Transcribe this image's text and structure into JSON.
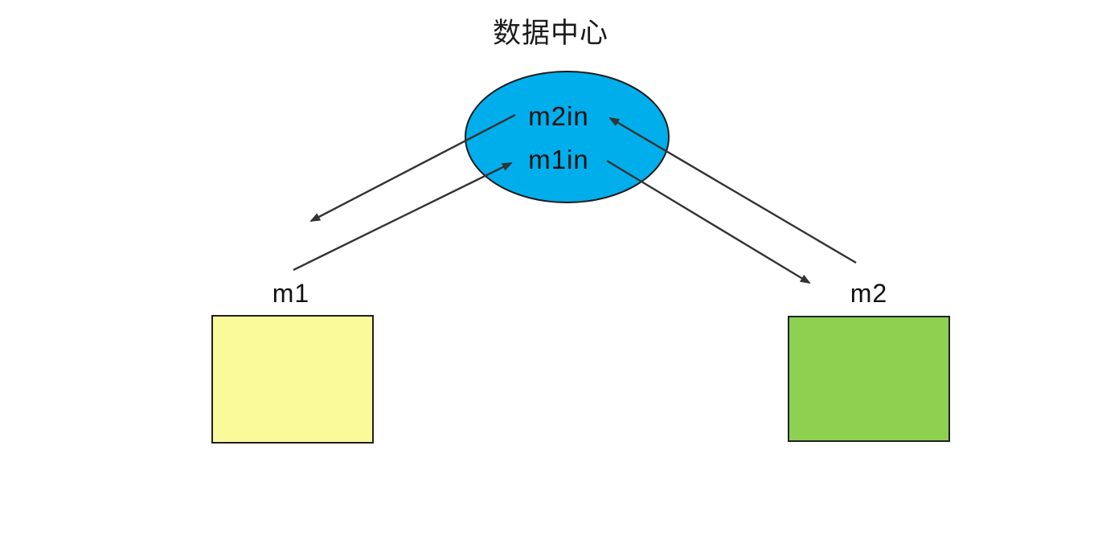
{
  "title": "数据中心",
  "hub": {
    "name": "数据中心",
    "fill": "#00AEEC",
    "stroke": "#1a1a1a",
    "labels": {
      "m2in": "m2in",
      "m1in": "m1in"
    }
  },
  "nodes": {
    "m1": {
      "label": "m1",
      "fill": "#FAFA9B",
      "stroke": "#1f1f1f"
    },
    "m2": {
      "label": "m2",
      "fill": "#8ED151",
      "stroke": "#1f1f1f"
    }
  },
  "edges": [
    {
      "from": "m2in",
      "to": "m1",
      "arrowhead_at": "m1"
    },
    {
      "from": "m1",
      "to": "m1in",
      "arrowhead_at": "m1in"
    },
    {
      "from": "m2",
      "to": "m2in",
      "arrowhead_at": "m2in"
    },
    {
      "from": "m1in",
      "to": "m2",
      "arrowhead_at": "m2"
    }
  ],
  "edge_color": "#333333",
  "background": "#FFFFFF"
}
